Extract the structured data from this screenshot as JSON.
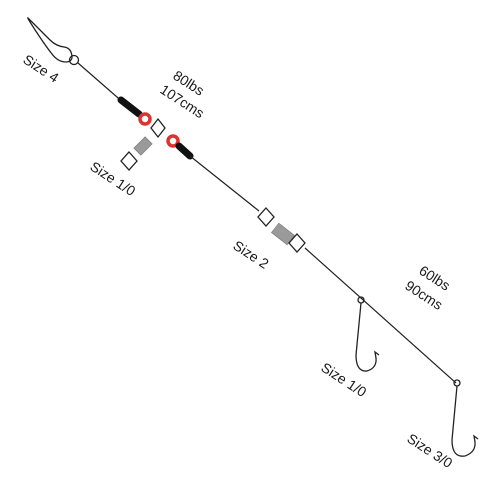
{
  "labels": {
    "snap_size": "Size 4",
    "upper_line_strength": "80lbs",
    "upper_line_length": "107cms",
    "upper_swivel_size": "Size 1/0",
    "lower_swivel_size": "Size 2",
    "lower_line_strength": "60lbs",
    "lower_line_length": "90cms",
    "upper_hook_size": "Size 1/0",
    "lower_hook_size": "Size 3/0"
  },
  "colors": {
    "line": "#222222",
    "bead": "#e03030",
    "swivel_body": "#9a9a9a",
    "crimp": "#111111"
  },
  "icons": [
    "snap-clip-icon",
    "crimp-icon",
    "bead-icon",
    "swivel-icon",
    "hook-icon"
  ]
}
